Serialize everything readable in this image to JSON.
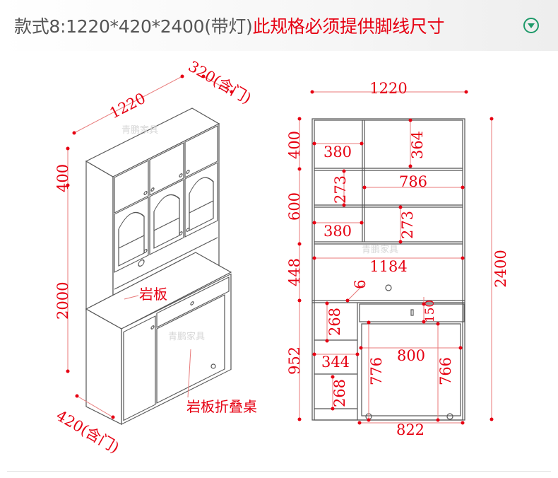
{
  "header": {
    "model_spec": "款式8:1220*420*2400(带灯)",
    "note": "此规格必须提供脚线尺寸",
    "icon": "chevron-down-circle-icon",
    "note_color": "#e60012",
    "icon_color": "#1f9a6a"
  },
  "watermark": "青鹏家具",
  "iso_view": {
    "width": "1220",
    "upper_depth": "320(含门)",
    "upper_height": "400",
    "lower_height": "2000",
    "lower_depth": "420(含门)",
    "slab_label": "岩板",
    "folding_desk_label": "岩板折叠桌"
  },
  "front_view": {
    "total_width": "1220",
    "total_height": "2400",
    "left_heights": [
      "400",
      "600",
      "448",
      "952"
    ],
    "top_left_width": "380",
    "top_right_height": "364",
    "mid_left_height": "273",
    "mid_right_width": "786",
    "mid_left_width": "380",
    "mid_right_height": "273",
    "niche_width": "1184",
    "slab_thickness": "6",
    "lower_left_top_height": "268",
    "lower_left_width": "344",
    "lower_left_bottom_height": "268",
    "drawer_height": "150",
    "desk_width": "800",
    "desk_left_height": "776",
    "desk_right_height": "766",
    "desk_opening_width": "822"
  }
}
